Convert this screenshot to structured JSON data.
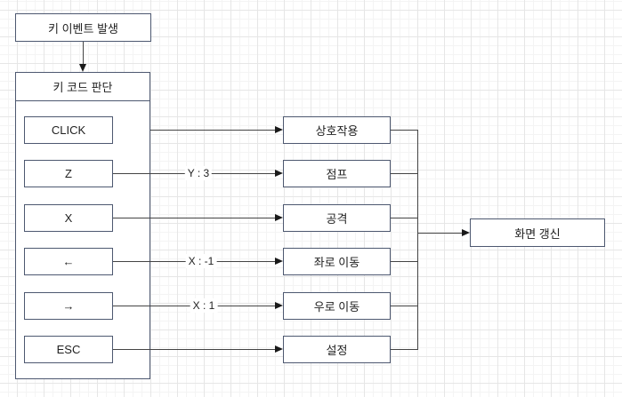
{
  "nodes": {
    "start": {
      "label": "키 이벤트 발생"
    },
    "decision": {
      "title": "키 코드 판단"
    },
    "end": {
      "label": "화면 갱신"
    }
  },
  "rows": [
    {
      "key": "CLICK",
      "action": "상호작용"
    },
    {
      "key": "Z",
      "action": "점프",
      "edge_label": "Y : 3"
    },
    {
      "key": "X",
      "action": "공격"
    },
    {
      "key": "←",
      "action": "좌로 이동",
      "edge_label": "X : -1"
    },
    {
      "key": "→",
      "action": "우로 이동",
      "edge_label": "X : 1"
    },
    {
      "key": "ESC",
      "action": "설정"
    }
  ],
  "colors": {
    "box_border": "#4d5870",
    "line": "#444444",
    "arrowhead": "#1a1a1a",
    "text": "#1f1f1f",
    "background": "#ffffff",
    "grid_minor": "#f4f4f4",
    "grid_major": "#e6e6e6"
  }
}
